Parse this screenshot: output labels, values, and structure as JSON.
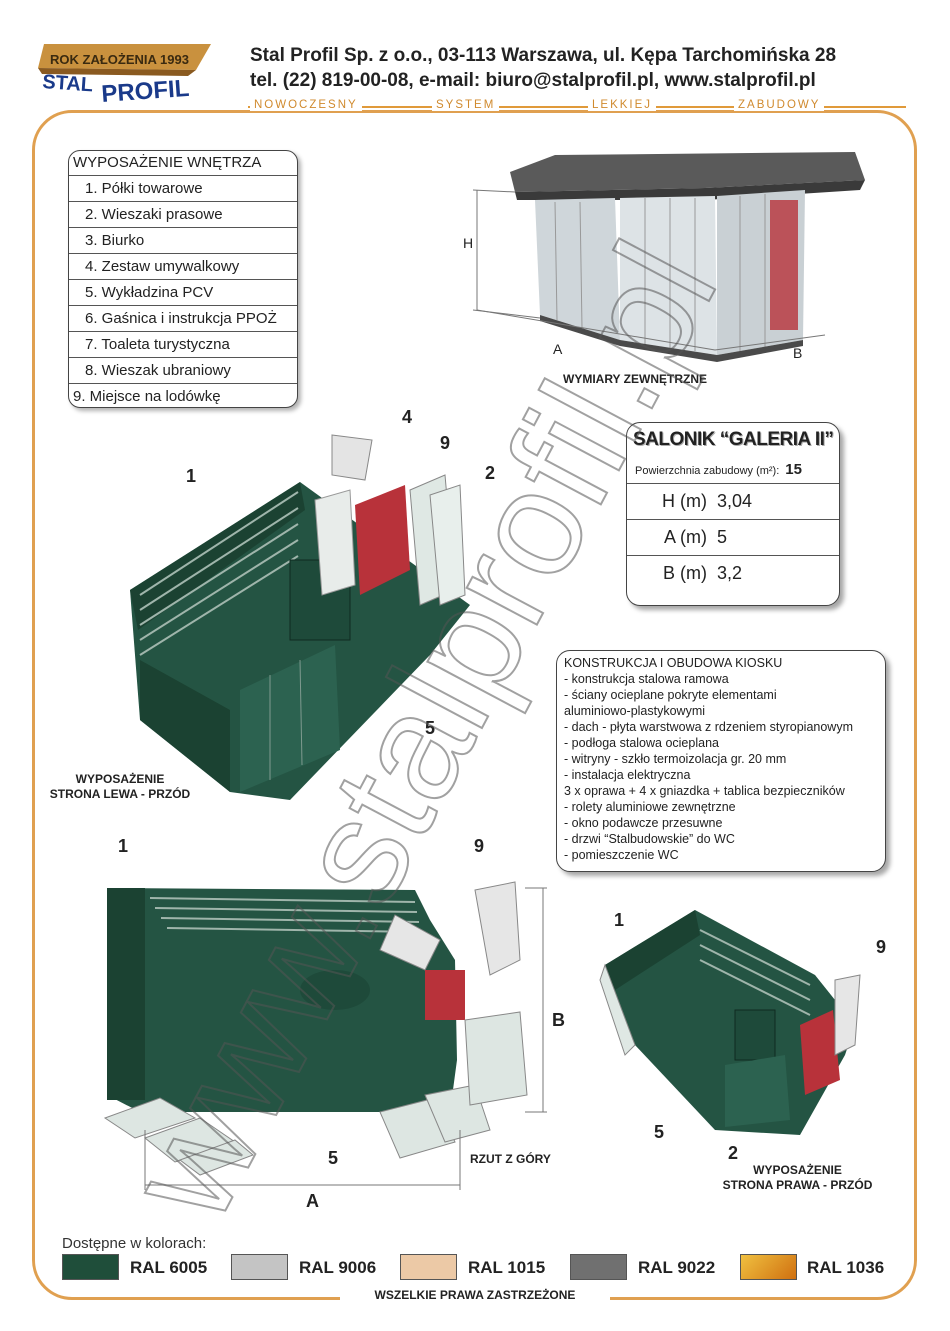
{
  "header": {
    "logo_top": "ROK ZAŁOŻENIA 1993",
    "logo_main_1": "STAL",
    "logo_main_2": "PROFIL",
    "company_line1": "Stal Profil Sp. z o.o., 03-113 Warszawa, ul. Kępa Tarchomińska 28",
    "company_line2": "tel. (22) 819-00-08,   e-mail: biuro@stalprofil.pl,   www.stalprofil.pl",
    "tagline": [
      "NOWOCZESNY",
      "SYSTEM",
      "LEKKIEJ",
      "ZABUDOWY"
    ]
  },
  "equipment": {
    "title": "WYPOSAŻENIE WNĘTRZA",
    "items": [
      "1.  Półki towarowe",
      "2.  Wieszaki prasowe",
      "3.  Biurko",
      "4.  Zestaw umywalkowy",
      "5.  Wykładzina PCV",
      "6.  Gaśnica i instrukcja PPOŻ",
      "7.  Toaleta turystyczna",
      "8.  Wieszak ubraniowy",
      "9. Miejsce na lodówkę"
    ]
  },
  "exterior": {
    "caption": "WYMIARY ZEWNĘTRZNE",
    "dim_h": "H",
    "dim_a": "A",
    "dim_b": "B"
  },
  "spec": {
    "title": "SALONIK “GALERIA II”",
    "area_label": "Powierzchnia zabudowy (m²):",
    "area_value": "15",
    "rows": [
      {
        "key": "H (m)",
        "value": "3,04"
      },
      {
        "key": "A (m)",
        "value": "5"
      },
      {
        "key": "B (m)",
        "value": "3,2"
      }
    ]
  },
  "construction": {
    "title": "KONSTRUKCJA I OBUDOWA KIOSKU",
    "lines": [
      "- konstrukcja stalowa ramowa",
      "- ściany ocieplane pokryte elementami",
      "   aluminiowo-plastykowymi",
      "- dach - płyta warstwowa z rdzeniem styropianowym",
      "- podłoga stalowa ocieplana",
      "- witryny - szkło termoizolacja gr. 20 mm",
      "- instalacja elektryczna",
      "   3 x oprawa + 4 x gniazdka + tablica bezpieczników",
      "- rolety aluminiowe zewnętrzne",
      "- okno podawcze przesuwne",
      "- drzwi “Stalbudowskie” do WC",
      "- pomieszczenie WC"
    ]
  },
  "views": {
    "left_caption_1": "WYPOSAŻENIE",
    "left_caption_2": "STRONA LEWA - PRZÓD",
    "top_caption": "RZUT Z GÓRY",
    "right_caption_1": "WYPOSAŻENIE",
    "right_caption_2": "STRONA PRAWA - PRZÓD",
    "labels": {
      "n1": "1",
      "n2": "2",
      "n4": "4",
      "n5": "5",
      "n9": "9",
      "A": "A",
      "B": "B"
    }
  },
  "colors": {
    "title": "Dostępne w kolorach:",
    "swatches": [
      {
        "name": "RAL 6005",
        "color": "#1f4e3a"
      },
      {
        "name": "RAL 9006",
        "color": "#c4c4c4"
      },
      {
        "name": "RAL 1015",
        "color": "#ecc9a6"
      },
      {
        "name": "RAL 9022",
        "color": "#707070"
      },
      {
        "name": "RAL 1036",
        "color": "#e8a020"
      }
    ]
  },
  "footer": "WSZELKIE PRAWA ZASTRZEŻONE",
  "watermark": "www.stalprofil.pl"
}
